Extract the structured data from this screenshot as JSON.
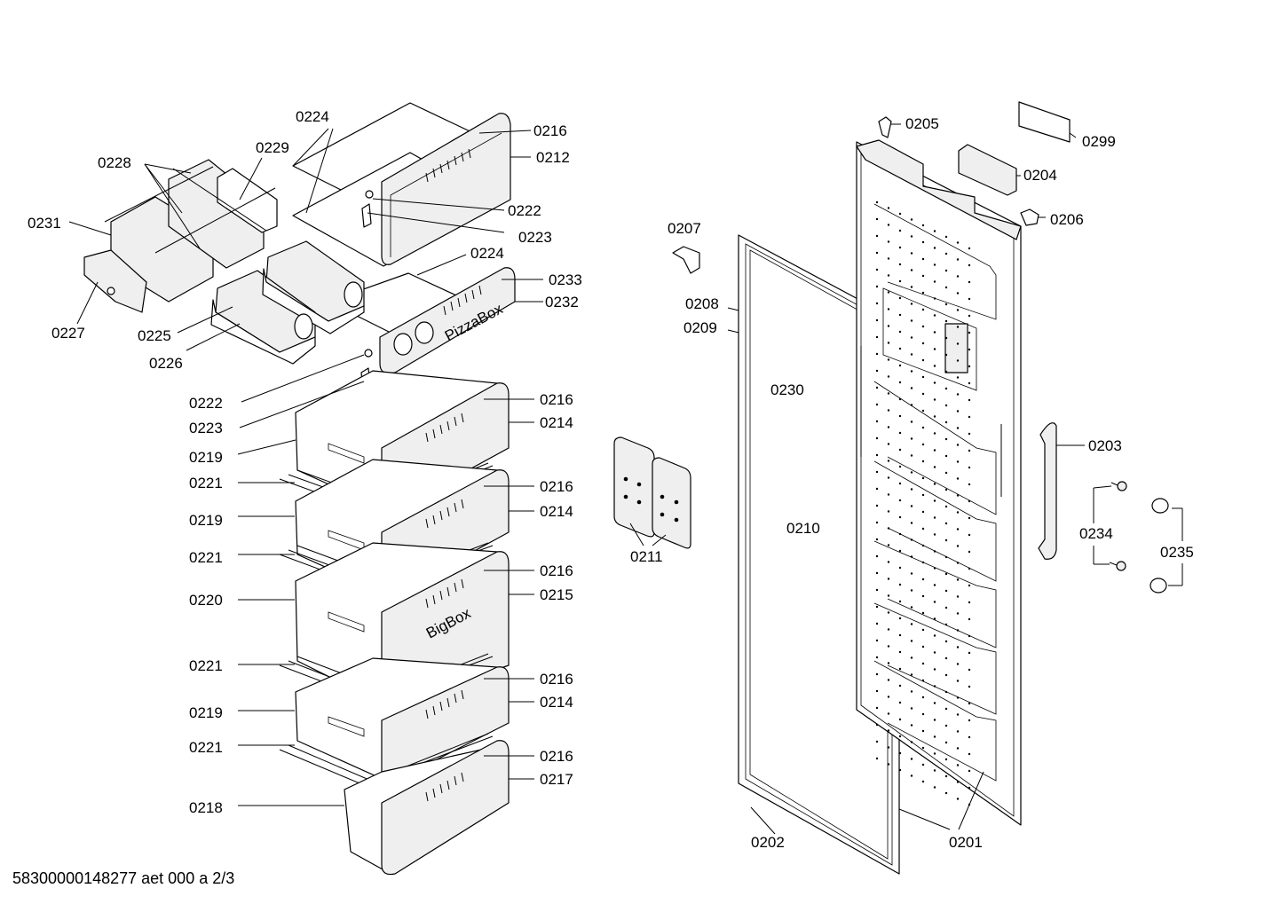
{
  "footer": "58300000148277 aet 000 a 2/3",
  "product_labels": {
    "pizza_box": "PizzaBox",
    "big_box": "BigBox"
  },
  "callouts": [
    {
      "id": "c0224a",
      "text": "0224"
    },
    {
      "id": "c0216a",
      "text": "0216"
    },
    {
      "id": "c0212",
      "text": "0212"
    },
    {
      "id": "c0229",
      "text": "0229"
    },
    {
      "id": "c0228",
      "text": "0228"
    },
    {
      "id": "c0222a",
      "text": "0222"
    },
    {
      "id": "c0231",
      "text": "0231"
    },
    {
      "id": "c0223a",
      "text": "0223"
    },
    {
      "id": "c0224b",
      "text": "0224"
    },
    {
      "id": "c0233",
      "text": "0233"
    },
    {
      "id": "c0232",
      "text": "0232"
    },
    {
      "id": "c0227",
      "text": "0227"
    },
    {
      "id": "c0225",
      "text": "0225"
    },
    {
      "id": "c0226",
      "text": "0226"
    },
    {
      "id": "c0222b",
      "text": "0222"
    },
    {
      "id": "c0216b",
      "text": "0216"
    },
    {
      "id": "c0223b",
      "text": "0223"
    },
    {
      "id": "c0214a",
      "text": "0214"
    },
    {
      "id": "c0219a",
      "text": "0219"
    },
    {
      "id": "c0221a",
      "text": "0221"
    },
    {
      "id": "c0216c",
      "text": "0216"
    },
    {
      "id": "c0214b",
      "text": "0214"
    },
    {
      "id": "c0219b",
      "text": "0219"
    },
    {
      "id": "c0221b",
      "text": "0221"
    },
    {
      "id": "c0216d",
      "text": "0216"
    },
    {
      "id": "c0215",
      "text": "0215"
    },
    {
      "id": "c0220",
      "text": "0220"
    },
    {
      "id": "c0221c",
      "text": "0221"
    },
    {
      "id": "c0216e",
      "text": "0216"
    },
    {
      "id": "c0214c",
      "text": "0214"
    },
    {
      "id": "c0219c",
      "text": "0219"
    },
    {
      "id": "c0221d",
      "text": "0221"
    },
    {
      "id": "c0216f",
      "text": "0216"
    },
    {
      "id": "c0217",
      "text": "0217"
    },
    {
      "id": "c0218",
      "text": "0218"
    },
    {
      "id": "c0207",
      "text": "0207"
    },
    {
      "id": "c0208",
      "text": "0208"
    },
    {
      "id": "c0209",
      "text": "0209"
    },
    {
      "id": "c0230",
      "text": "0230"
    },
    {
      "id": "c0211",
      "text": "0211"
    },
    {
      "id": "c0210",
      "text": "0210"
    },
    {
      "id": "c0205",
      "text": "0205"
    },
    {
      "id": "c0299",
      "text": "0299"
    },
    {
      "id": "c0204",
      "text": "0204"
    },
    {
      "id": "c0206",
      "text": "0206"
    },
    {
      "id": "c0203",
      "text": "0203"
    },
    {
      "id": "c0234",
      "text": "0234"
    },
    {
      "id": "c0235",
      "text": "0235"
    },
    {
      "id": "c0202",
      "text": "0202"
    },
    {
      "id": "c0201",
      "text": "0201"
    }
  ]
}
